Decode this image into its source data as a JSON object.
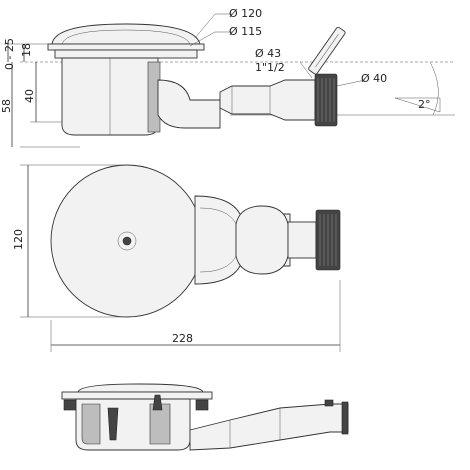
{
  "labels": {
    "top_d1": "Ø 120",
    "top_d2": "Ø 115",
    "outlet_d": "Ø 43",
    "thread": "1\"1/2",
    "pipe_d": "Ø 40",
    "slope": "2°",
    "height_adjust": "0 - 25",
    "h18": "18",
    "h40": "40",
    "h58": "58",
    "plan_h": "120",
    "plan_w": "228"
  },
  "colors": {
    "line": "#333333",
    "body": "#f2f2f2",
    "dark": "#444444"
  }
}
